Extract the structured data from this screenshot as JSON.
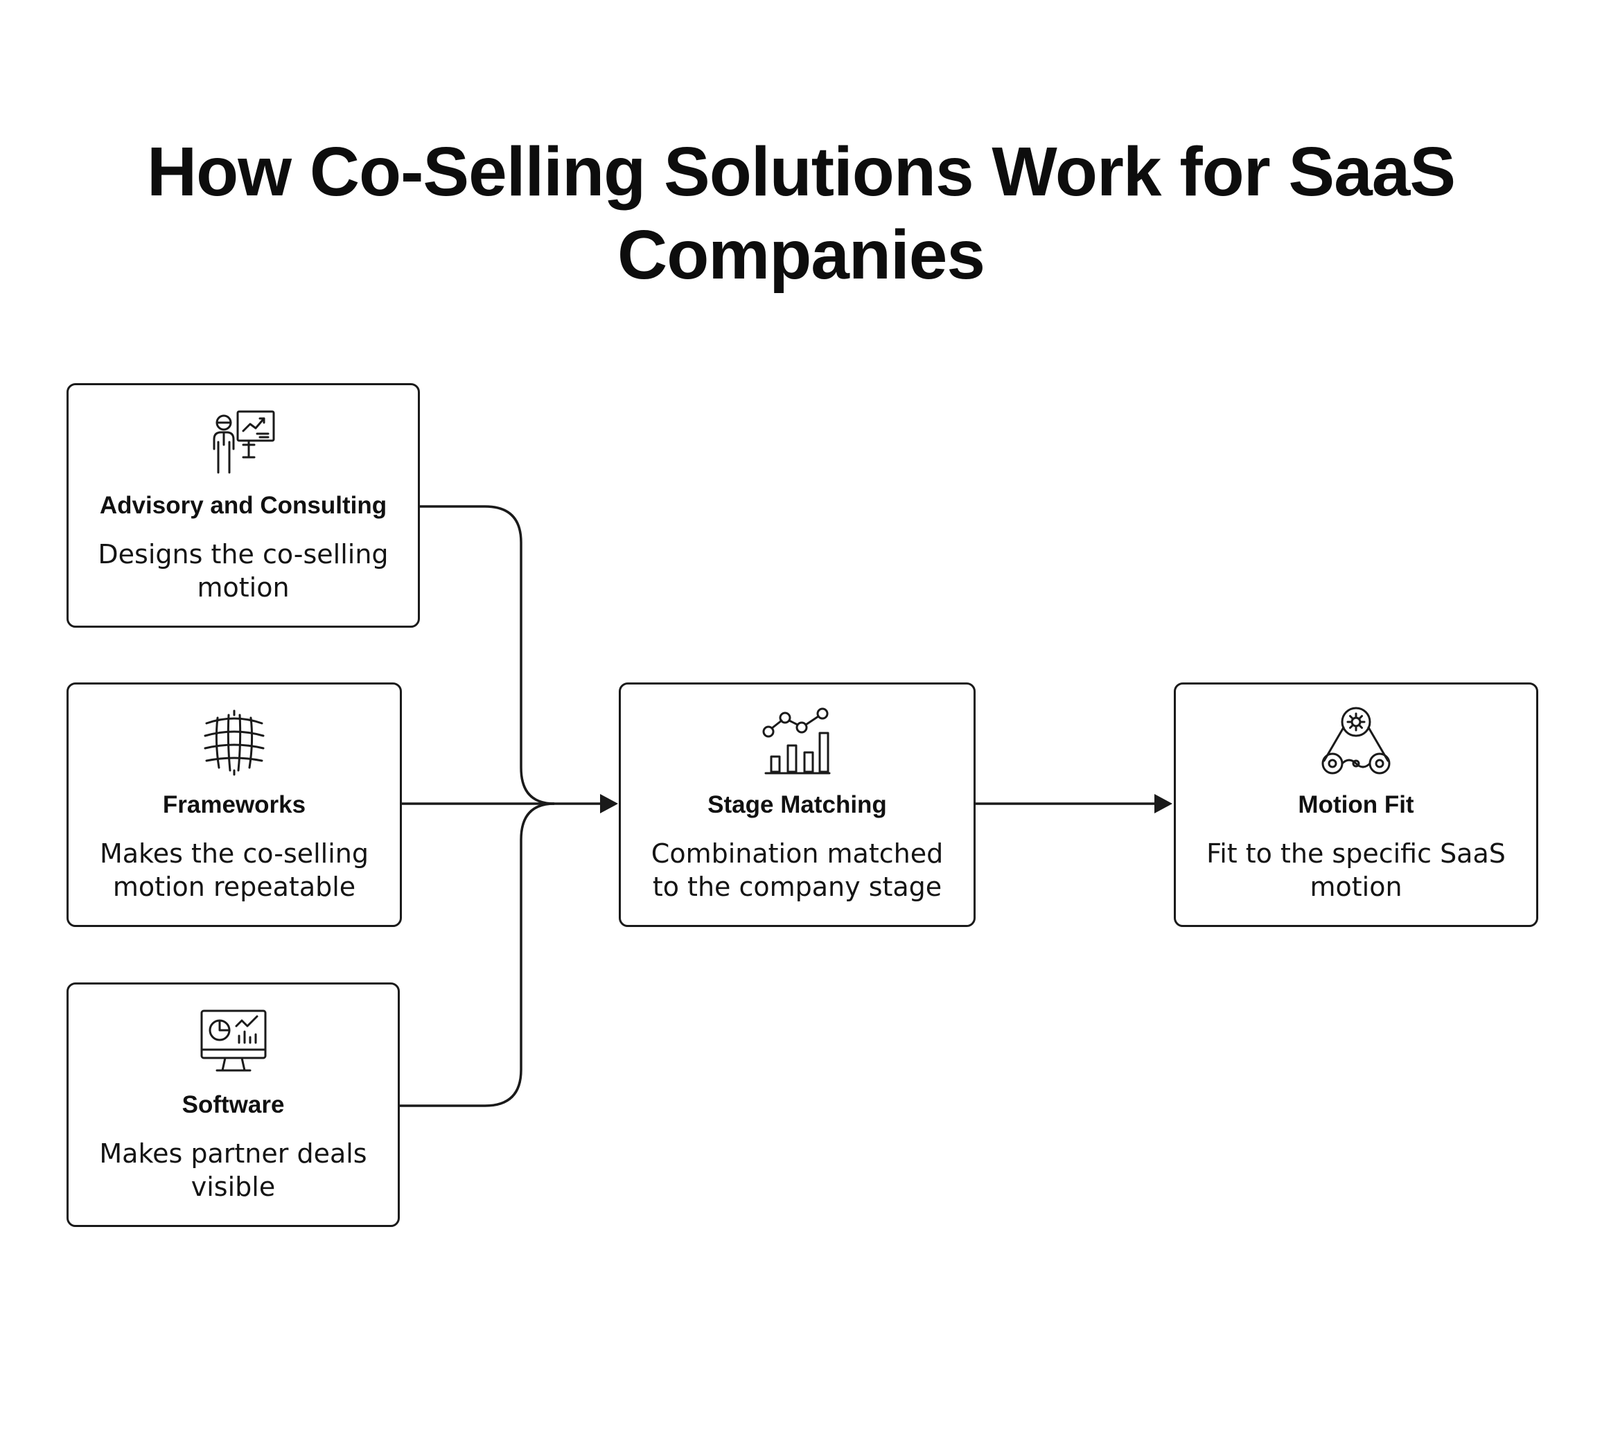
{
  "title": "How Co-Selling Solutions Work for SaaS Companies",
  "colors": {
    "stroke": "#1a1a1a",
    "background": "#ffffff",
    "text": "#111111"
  },
  "nodes": {
    "advisory": {
      "icon": "consultant-presentation-icon",
      "title": "Advisory and Consulting",
      "description": "Designs the co-selling motion"
    },
    "frameworks": {
      "icon": "grid-framework-icon",
      "title": "Frameworks",
      "description": "Makes the co-selling motion repeatable"
    },
    "software": {
      "icon": "analytics-monitor-icon",
      "title": "Software",
      "description": "Makes partner deals visible"
    },
    "stage": {
      "icon": "growth-chart-icon",
      "title": "Stage Matching",
      "description": "Combination matched to the company stage"
    },
    "motion": {
      "icon": "gear-pulley-icon",
      "title": "Motion Fit",
      "description": "Fit to the specific SaaS motion"
    }
  },
  "edges": [
    {
      "from": "advisory",
      "to": "stage"
    },
    {
      "from": "frameworks",
      "to": "stage"
    },
    {
      "from": "software",
      "to": "stage"
    },
    {
      "from": "stage",
      "to": "motion"
    }
  ]
}
